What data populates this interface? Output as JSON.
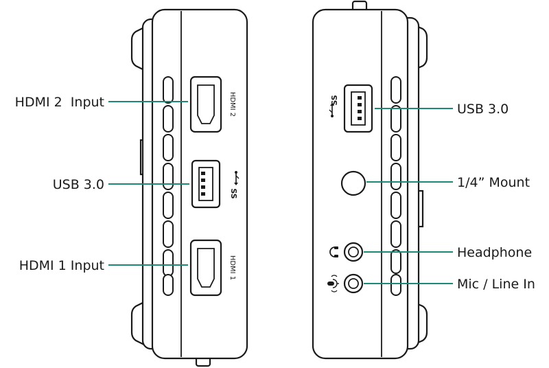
{
  "colors": {
    "leader": "#1a8a74",
    "outline": "#1a1a1a",
    "background": "#ffffff"
  },
  "left_view": {
    "callouts": {
      "hdmi2": "HDMI 2  Input",
      "usb": "USB 3.0",
      "hdmi1": "HDMI 1 Input"
    },
    "port_labels": {
      "hdmi2": "HDMI 2",
      "hdmi1": "HDMI 1",
      "usb_ss": "SS"
    }
  },
  "right_view": {
    "callouts": {
      "usb": "USB 3.0",
      "mount": "1/4” Mount",
      "headphone": "Headphone",
      "mic": "Mic / Line In"
    },
    "port_labels": {
      "usb_ss": "SS"
    }
  },
  "icons": [
    "usb-icon",
    "headphone-icon",
    "microphone-icon"
  ]
}
